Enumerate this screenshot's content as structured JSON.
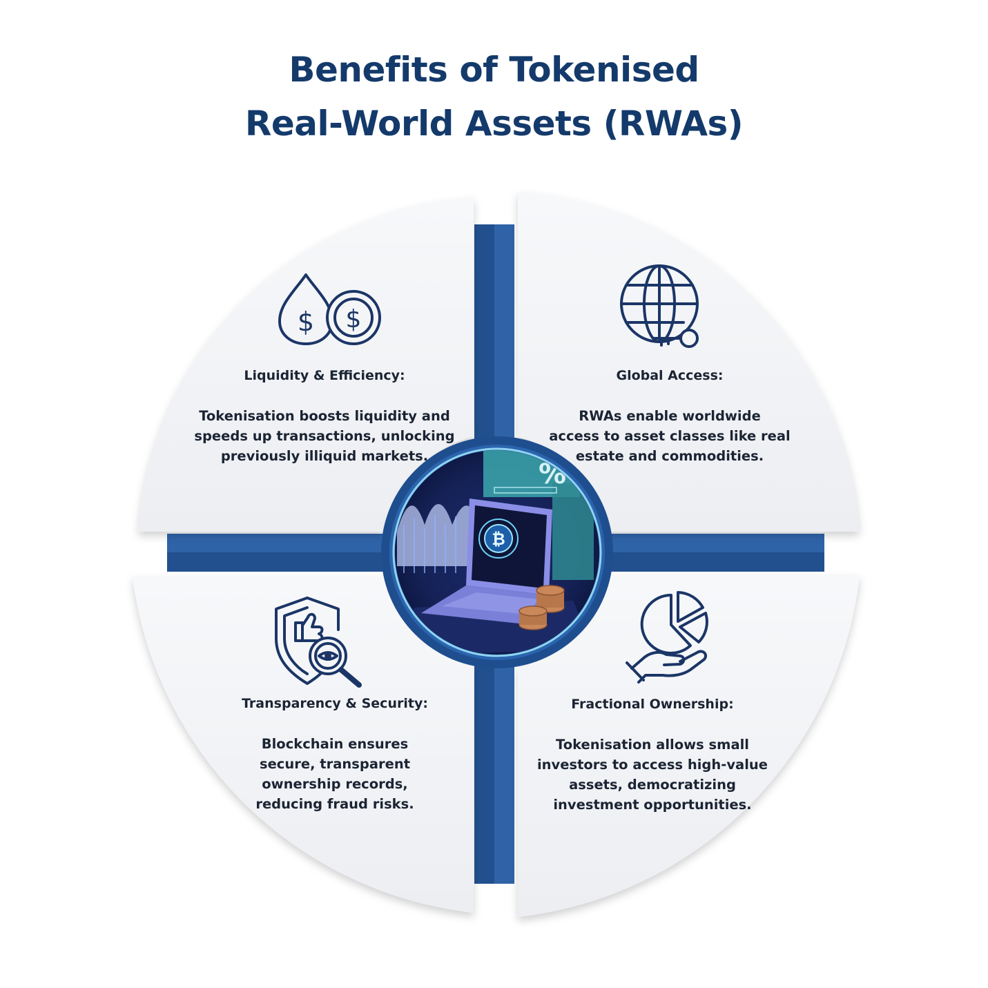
{
  "title": {
    "line1": "Benefits of Tokenised",
    "line2": "Real-World Assets (RWAs)"
  },
  "colors": {
    "title": "#143a6b",
    "icon_stroke": "#1b3566",
    "cross": "#22508f",
    "panel": "#f4f5f7",
    "text": "#1b2433"
  },
  "center_image": {
    "icon": "laptop-bitcoin-illustration"
  },
  "quadrants": [
    {
      "icon": "dollar-drop-coin-icon",
      "heading": "Liquidity & Efficiency:",
      "body": "Tokenisation boosts liquidity and\nspeeds up transactions, unlocking\npreviously illiquid markets."
    },
    {
      "icon": "globe-key-icon",
      "heading": "Global Access:",
      "body": "RWAs enable worldwide\naccess to asset classes like real\nestate and commodities."
    },
    {
      "icon": "shield-thumbs-up-magnifier-icon",
      "heading": "Transparency & Security:",
      "body": "Blockchain ensures\nsecure, transparent\nownership records,\nreducing fraud risks."
    },
    {
      "icon": "pie-chart-hand-icon",
      "heading": "Fractional Ownership:",
      "body": "Tokenisation allows small\ninvestors to access high-value\nassets, democratizing\ninvestment opportunities."
    }
  ]
}
